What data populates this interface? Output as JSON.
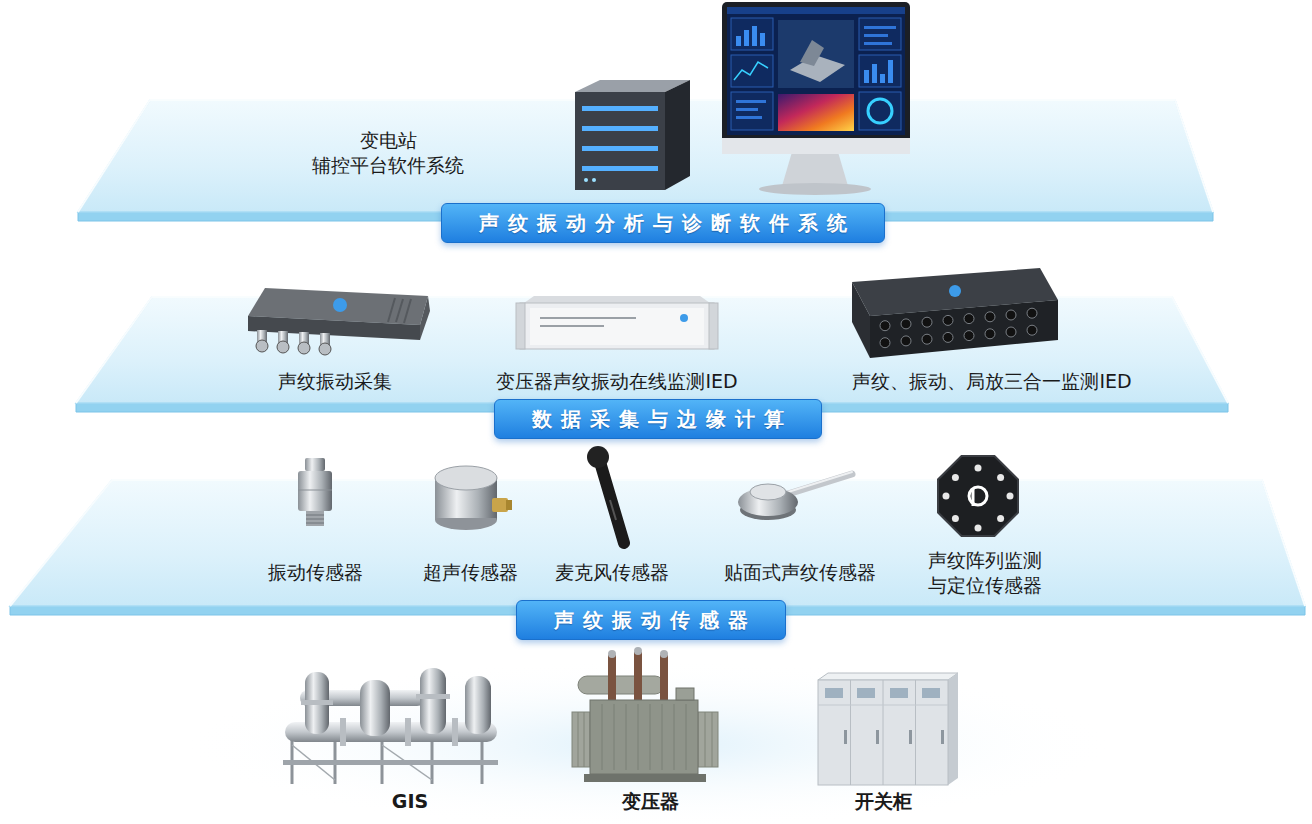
{
  "diagram": {
    "nodes": [
      {
        "text": [
          "声纹振动分析与诊断软件系统"
        ]
      },
      {
        "text": [
          "数据采集与边缘计算"
        ]
      },
      {
        "text": [
          "声纹振动传感器"
        ]
      }
    ],
    "labels": [
      "变电站 辅控平台软件系统",
      "声纹振动采集",
      "变压器声纹振动在线监测IED",
      "声纹、振动、局放三合一监测IED",
      "振动传感器",
      "超声传感器",
      "麦克风传感器",
      "贴面式声纹传感器",
      "声纹阵列监测 与定位传感器",
      "GIS",
      "变压器",
      "开关柜"
    ]
  }
}
